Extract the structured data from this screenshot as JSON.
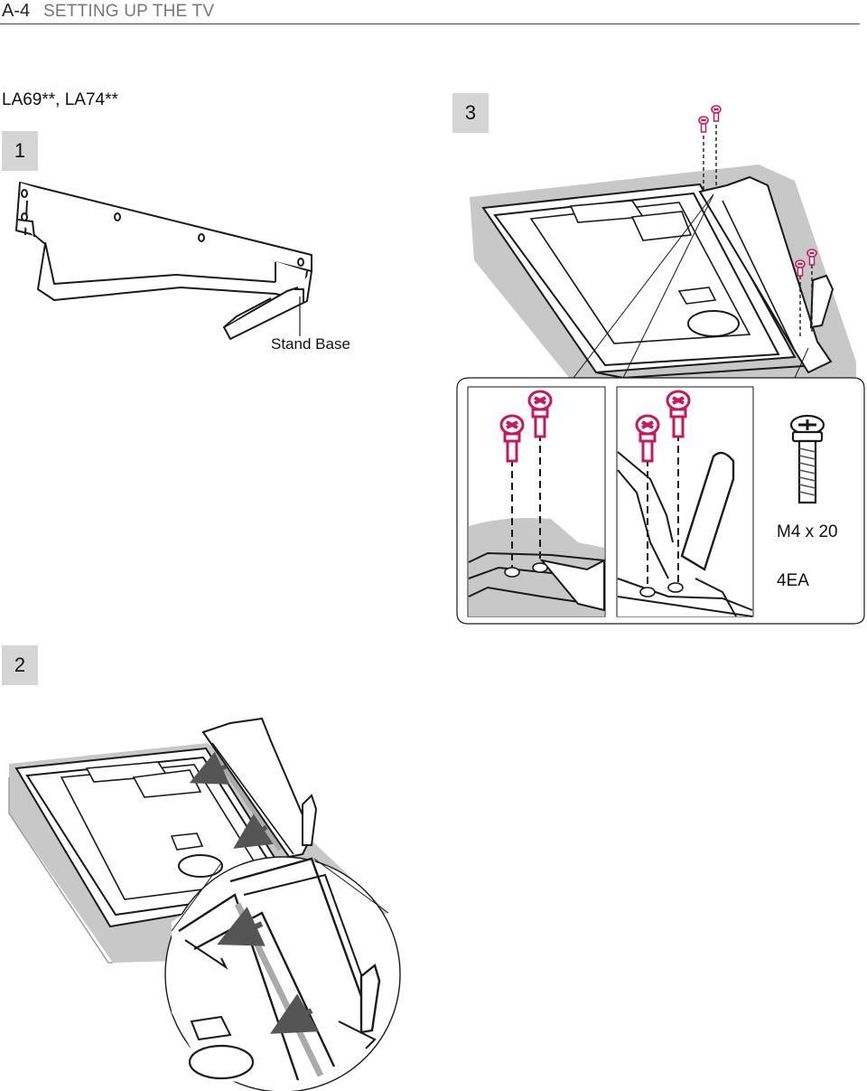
{
  "header": {
    "page_number": "A-4",
    "section_title": "SETTING UP THE TV"
  },
  "model_label": "LA69**, LA74**",
  "steps": [
    {
      "number": "1"
    },
    {
      "number": "2"
    },
    {
      "number": "3"
    }
  ],
  "step1": {
    "part_label": "Stand Base"
  },
  "step3": {
    "screw_size": "M4 x 20",
    "screw_quantity": "4EA"
  },
  "colors": {
    "screw": "#c8185a",
    "shadow": "#c8c8c8",
    "step_box": "#d5d5d5",
    "line": "#1a1a1a"
  }
}
